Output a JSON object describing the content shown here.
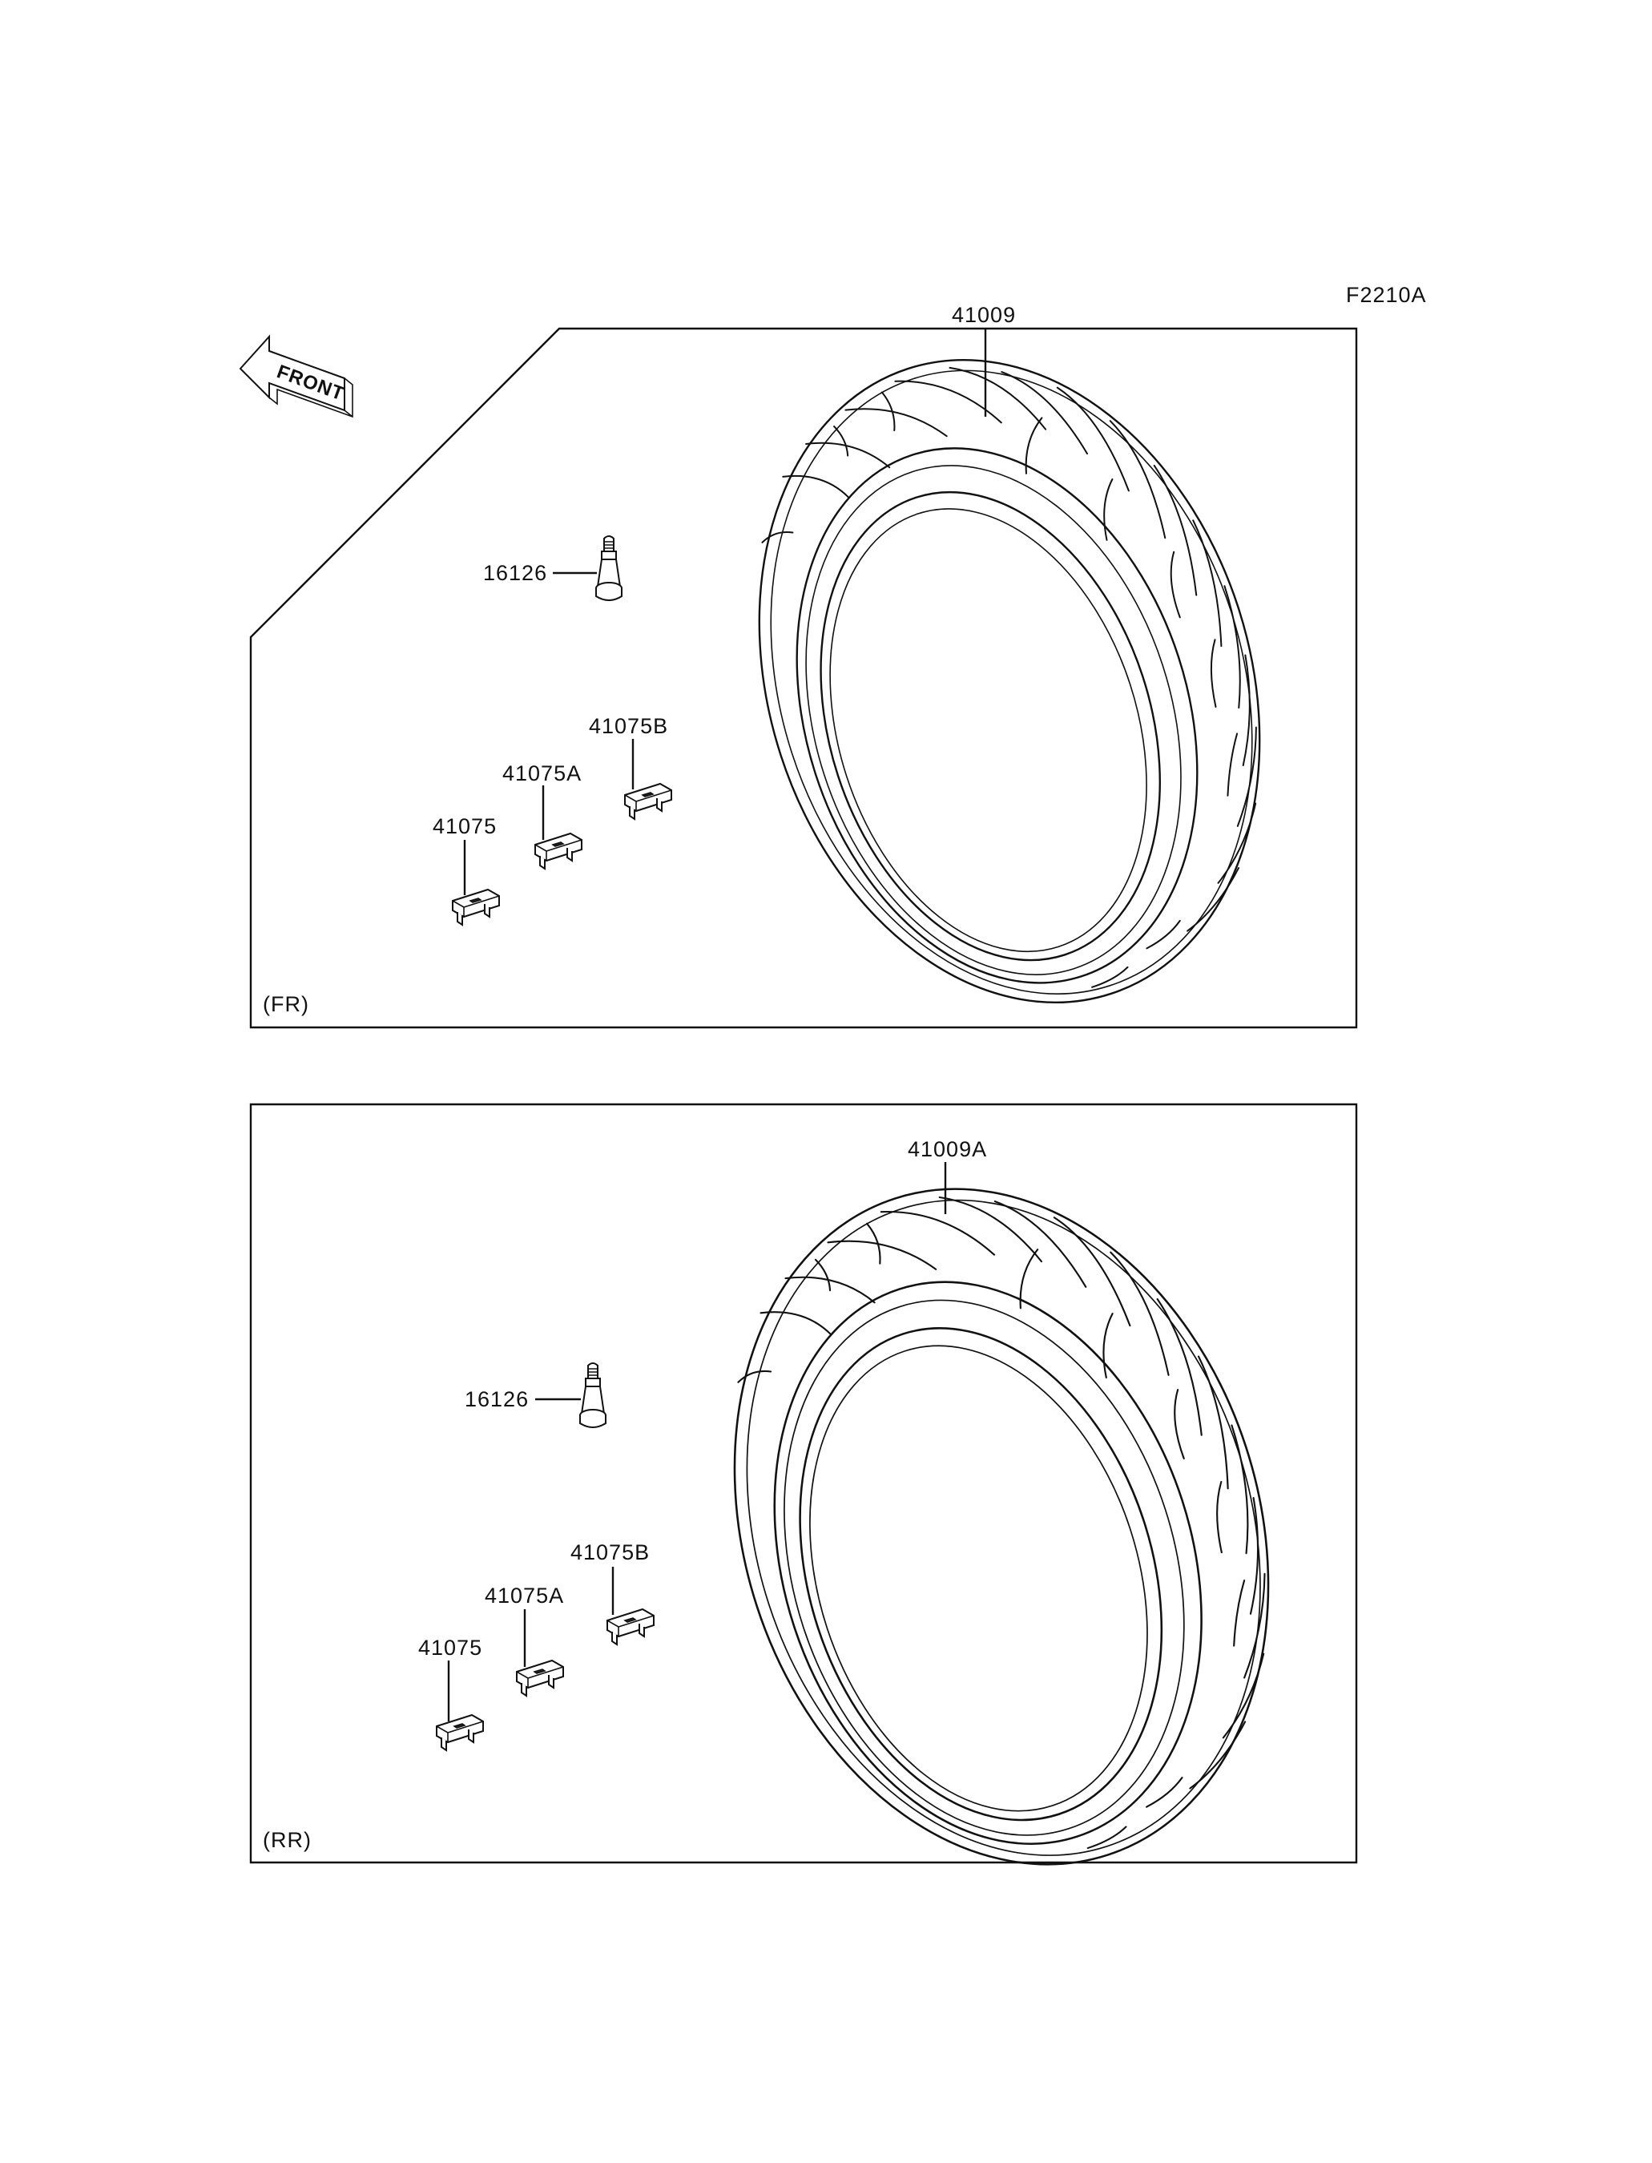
{
  "diagram_code": "F2210A",
  "front_arrow_label": "FRONT",
  "panels": [
    {
      "id": "front",
      "caption": "(FR)",
      "labels": {
        "tire": "41009",
        "valve": "16126",
        "weight_b": "41075B",
        "weight_a": "41075A",
        "weight": "41075"
      }
    },
    {
      "id": "rear",
      "caption": "(RR)",
      "labels": {
        "tire": "41009A",
        "valve": "16126",
        "weight_b": "41075B",
        "weight_a": "41075A",
        "weight": "41075"
      }
    }
  ]
}
